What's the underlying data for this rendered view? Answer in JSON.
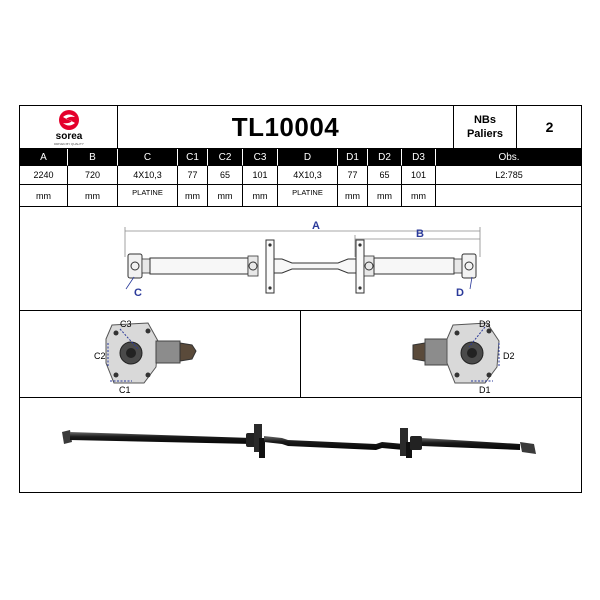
{
  "brand": {
    "name": "sorea",
    "tagline": "DRIVEN BY QUALITY"
  },
  "title": "TL10004",
  "bearings": {
    "label_line1": "NBs",
    "label_line2": "Paliers",
    "value": "2"
  },
  "headers": [
    "A",
    "B",
    "C",
    "C1",
    "C2",
    "C3",
    "D",
    "D1",
    "D2",
    "D3",
    "Obs."
  ],
  "values": [
    "2240",
    "720",
    "4X10,3",
    "77",
    "65",
    "101",
    "4X10,3",
    "77",
    "65",
    "101",
    "L2:785"
  ],
  "units": [
    "mm",
    "mm",
    "PLATINE",
    "mm",
    "mm",
    "mm",
    "PLATINE",
    "mm",
    "mm",
    "mm",
    ""
  ],
  "diagram_labels": {
    "A": "A",
    "B": "B",
    "C": "C",
    "D": "D"
  },
  "flange_left_labels": {
    "c3": "C3",
    "c2": "C2",
    "c1": "C1"
  },
  "flange_right_labels": {
    "d3": "D3",
    "d2": "D2",
    "d1": "D1"
  },
  "colors": {
    "accent_red": "#e4002b",
    "dimension_blue": "#2b3a9a",
    "header_bg": "#000000"
  }
}
